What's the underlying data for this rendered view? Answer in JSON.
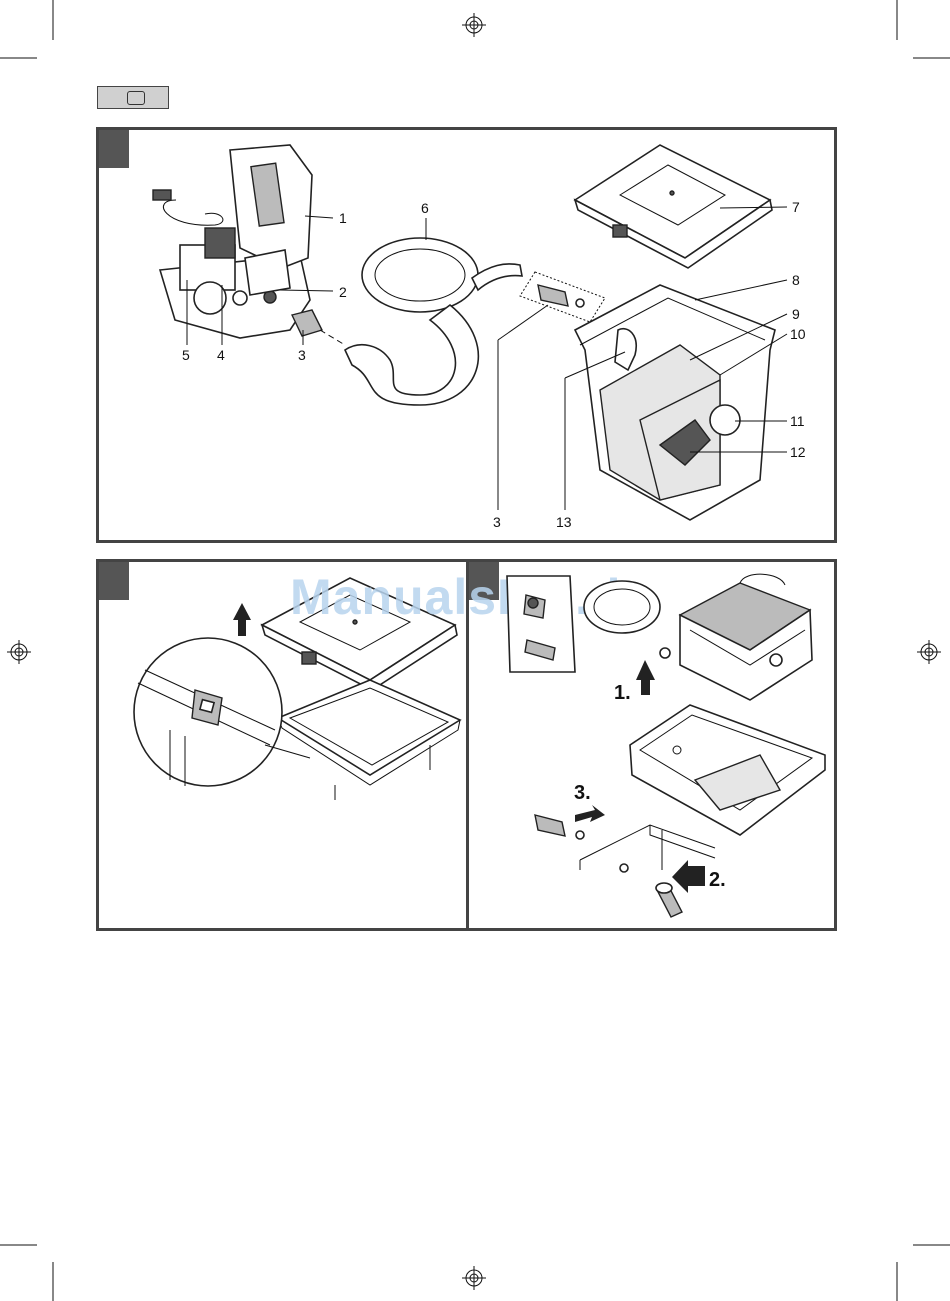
{
  "watermark": "ManualsLib.de",
  "figure1": {
    "callouts": [
      "1",
      "2",
      "3",
      "4",
      "5",
      "6",
      "7",
      "8",
      "9",
      "10",
      "11",
      "12",
      "3",
      "13"
    ]
  },
  "figure3": {
    "steps": [
      "1.",
      "2.",
      "3."
    ]
  },
  "colors": {
    "frame": "#444444",
    "corner_tab": "#555555",
    "watermark": "#b8d4ee"
  }
}
